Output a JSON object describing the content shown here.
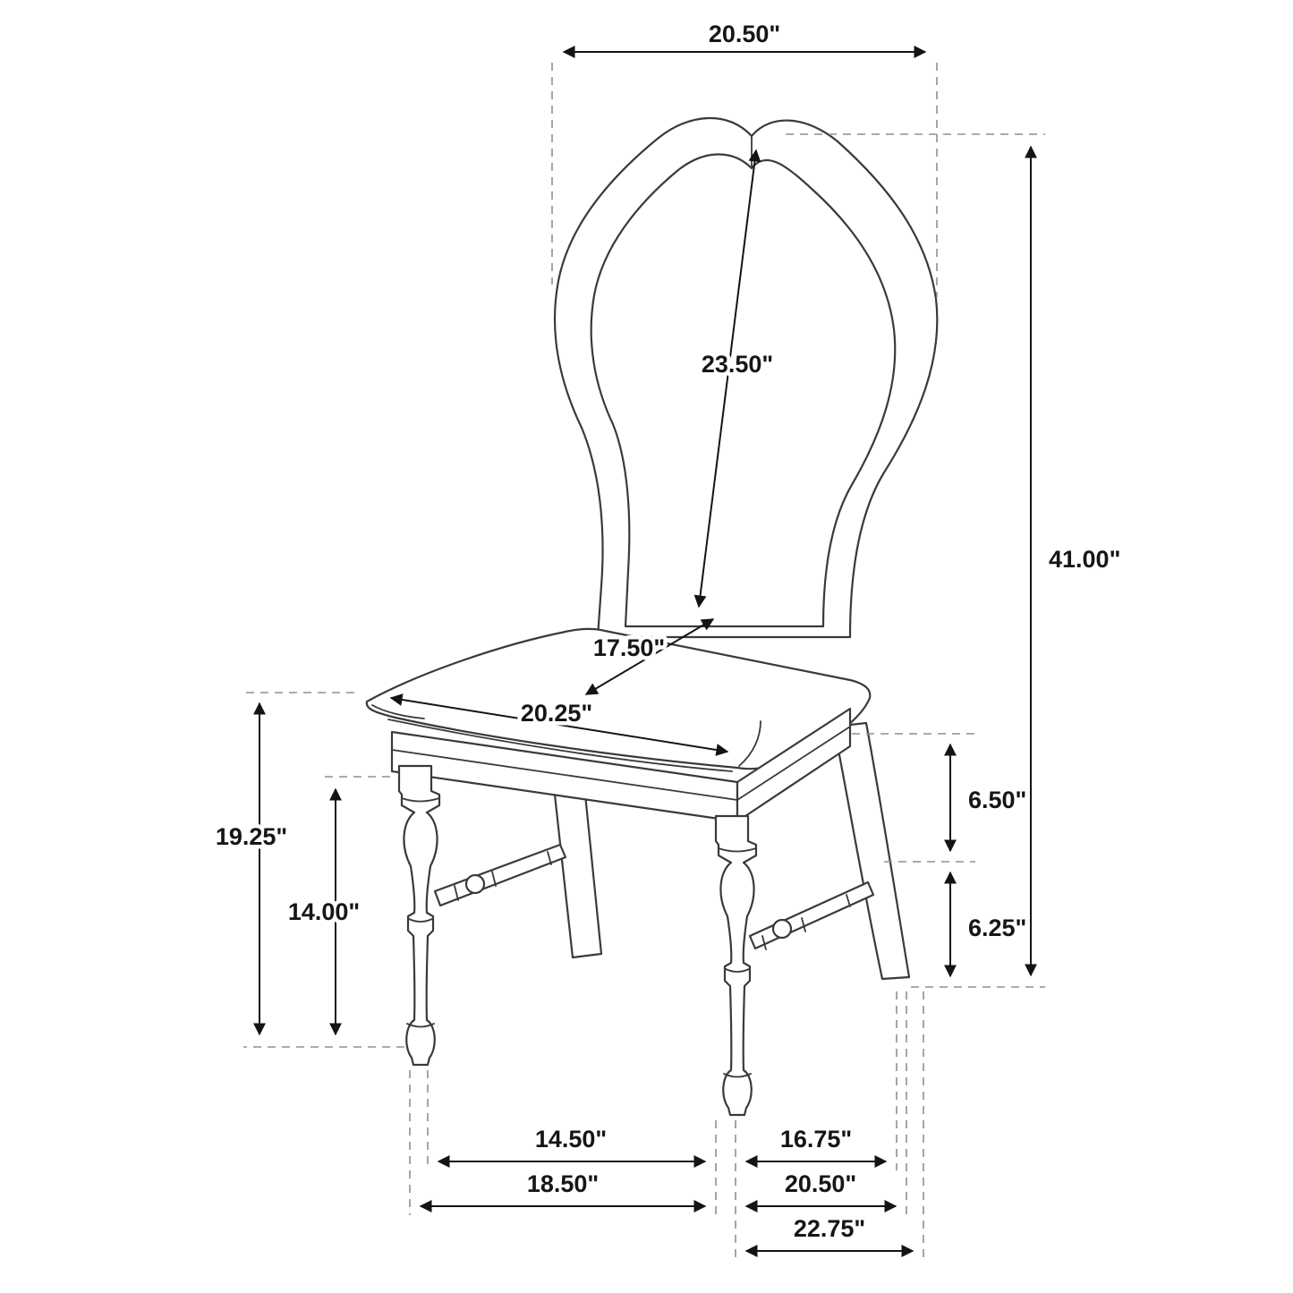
{
  "diagram_type": "furniture-dimension-drawing",
  "subject": "dining side chair line drawing with dimension annotations",
  "colors": {
    "line": "#3a3a3a",
    "dim": "#141414",
    "ext": "#8f8f8f",
    "text": "#161616",
    "bg": "#ffffff"
  },
  "dimensions": {
    "top_back_width": "20.50\"",
    "back_diagonal_height": "23.50\"",
    "overall_height": "41.00\"",
    "seat_depth": "17.50\"",
    "seat_width": "20.25\"",
    "floor_to_seat_height": "19.25\"",
    "leg_height": "14.00\"",
    "apron_to_stretcher": "6.50\"",
    "stretcher_to_floor": "6.25\"",
    "front_legs_inner_width": "14.50\"",
    "side_legs_inner_depth": "16.75\"",
    "front_legs_outer_width": "18.50\"",
    "side_legs_outer_depth": "20.50\"",
    "overall_depth": "22.75\""
  }
}
